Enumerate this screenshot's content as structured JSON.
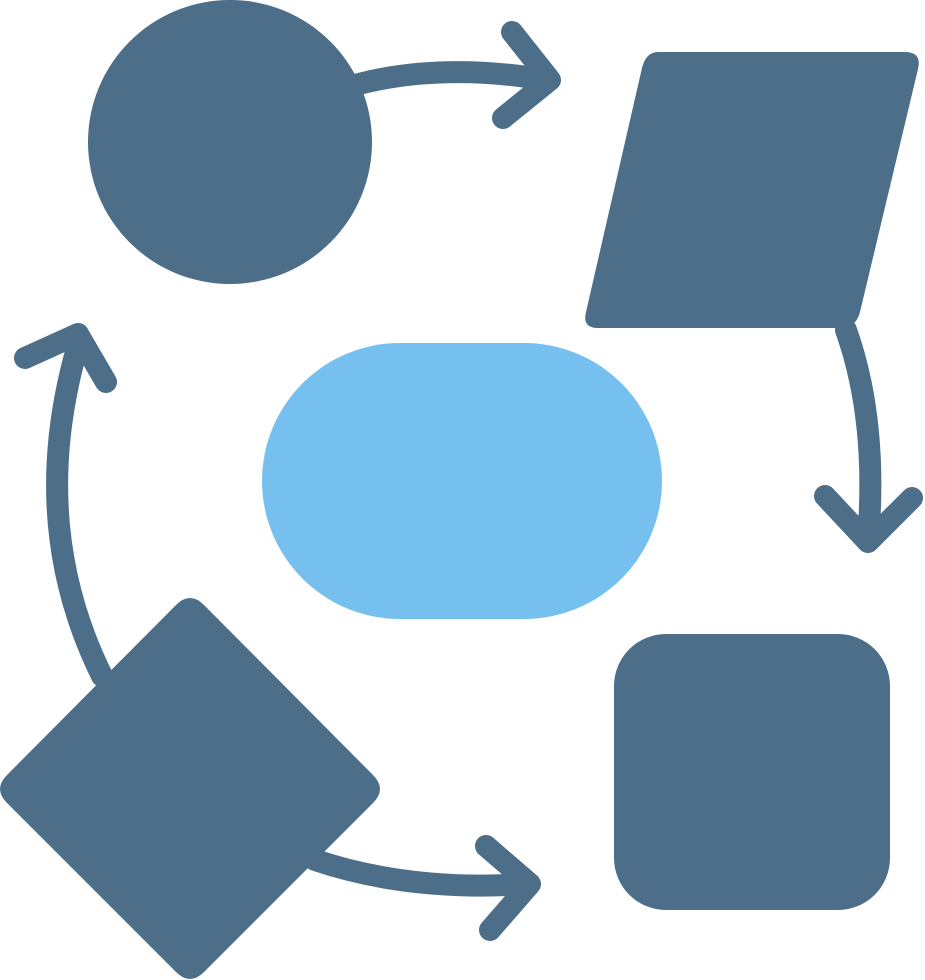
{
  "icon": {
    "semantic": "flowchart-process-icon",
    "description_shapes": [
      "circle",
      "parallelogram",
      "rounded-rectangle",
      "diamond",
      "pill"
    ],
    "colors": {
      "primary": "#4c6e89",
      "accent": "#76c0f0",
      "background": "#ffffff"
    }
  },
  "nodes": [
    {
      "id": "start",
      "shape": "circle",
      "icon": "circle-node-icon"
    },
    {
      "id": "input",
      "shape": "parallelogram",
      "icon": "parallelogram-node-icon"
    },
    {
      "id": "process",
      "shape": "rounded-square",
      "icon": "rounded-square-node-icon"
    },
    {
      "id": "decision",
      "shape": "diamond",
      "icon": "diamond-node-icon"
    },
    {
      "id": "center",
      "shape": "pill",
      "icon": "pill-node-icon"
    }
  ],
  "connectors": [
    {
      "from": "start",
      "to": "input",
      "icon": "arrow-right-icon"
    },
    {
      "from": "input",
      "to": "process",
      "icon": "arrow-down-icon"
    },
    {
      "from": "decision",
      "to": "process",
      "icon": "arrow-right-icon"
    },
    {
      "from": "decision",
      "to": "start",
      "icon": "arrow-up-icon"
    }
  ]
}
